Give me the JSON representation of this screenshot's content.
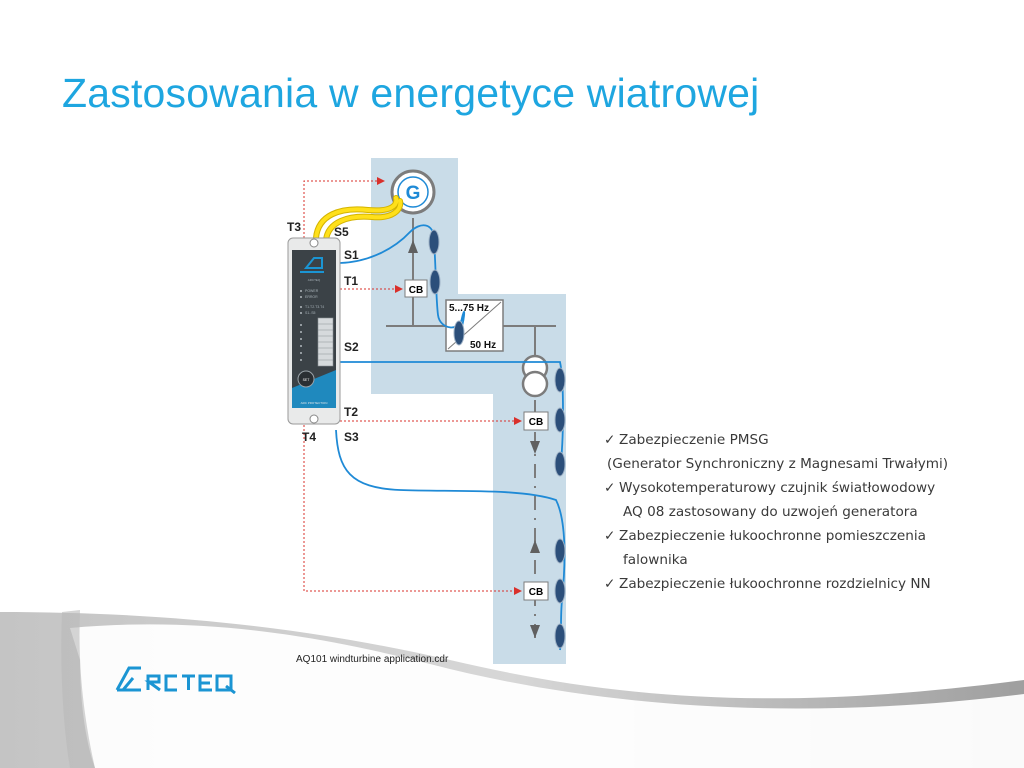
{
  "slide": {
    "title": "Zastosowania w energetyce wiatrowej",
    "caption": "AQ101 windturbine application.cdr",
    "logo_text": "ARCTEQ",
    "bullets": [
      {
        "lines": [
          "Zabezpieczenie PMSG",
          "(Generator Synchroniczny z Magnesami Trwałymi)"
        ]
      },
      {
        "lines": [
          "Wysokotemperaturowy czujnik światłowodowy",
          "AQ 08 zastosowany do uzwojeń generatora"
        ]
      },
      {
        "lines": [
          "Zabezpieczenie łukoochronne pomieszczenia",
          "falownika"
        ]
      },
      {
        "lines": [
          "Zabezpieczenie łukoochronne rozdzielnicy NN"
        ]
      }
    ],
    "check_glyph": "✓"
  },
  "diagram": {
    "generator_label": "G",
    "cb_label": "CB",
    "converter_top": "5...75 Hz",
    "converter_bottom": "50 Hz",
    "device": {
      "brand": "ARCTEQ",
      "panel_label": "ARC PROTECTION",
      "status_rows": [
        "POWER",
        "ERROR"
      ],
      "channel_rows": [
        "T1.T2.T3.T4",
        "S1..S5"
      ],
      "button_label": "SET"
    },
    "terminals": {
      "T1": "T1",
      "T2": "T2",
      "T3": "T3",
      "T4": "T4",
      "S1": "S1",
      "S2": "S2",
      "S3": "S3",
      "S5": "S5"
    }
  },
  "colors": {
    "title": "#1ea6e0",
    "panel": "#c9dce8",
    "fiber": "#1f8ad6",
    "yellow_fiber": "#ffe01a",
    "trip_line": "#d9302b",
    "sensor": "#2c4f7a",
    "accent_blue": "#1b95d3"
  }
}
